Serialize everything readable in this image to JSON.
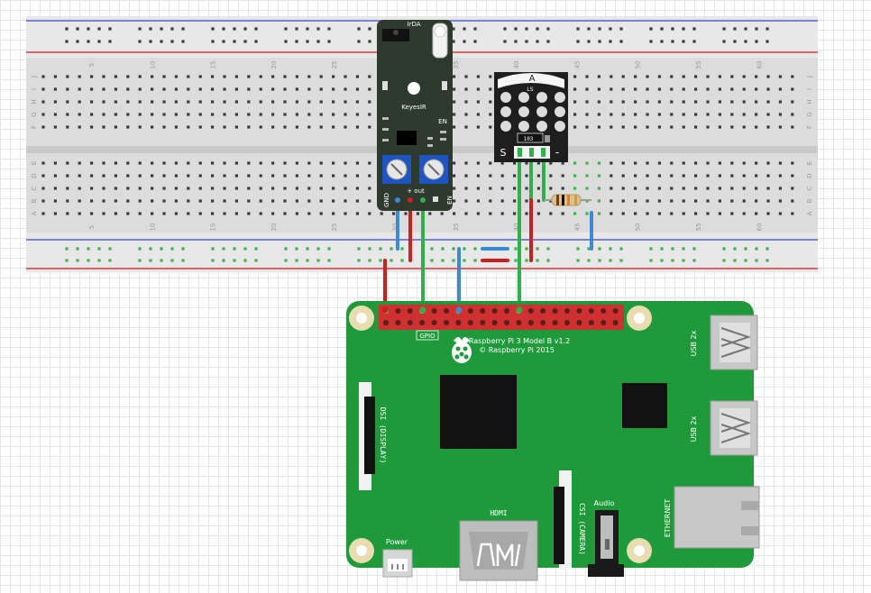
{
  "breadboard": {
    "column_numbers": [
      "5",
      "10",
      "15",
      "20",
      "25",
      "30",
      "35",
      "40",
      "45",
      "50",
      "55",
      "60"
    ],
    "row_letters_top": [
      "J",
      "I",
      "H",
      "G",
      "F"
    ],
    "row_letters_bottom": [
      "E",
      "D",
      "C",
      "B",
      "A"
    ]
  },
  "ir_receiver": {
    "header_label": "IrDA",
    "name": "KeyesIR",
    "en_top": "EN",
    "pin_gnd": "GND",
    "pin_plus_out": "+ out",
    "pin_en": "EN"
  },
  "ir_sensor_module": {
    "letter_a": "A",
    "letter_ls": "LS",
    "resistor_code": "103",
    "pin_s": "S",
    "pin_minus": "-"
  },
  "raspberry_pi": {
    "model": "Raspberry Pi 3 Model B v1.2",
    "copyright": "© Raspberry Pi 2015",
    "gpio_label": "GPIO",
    "dsi_label": "DSI (DISPLAY)",
    "csi_label": "CSI (CAMERA)",
    "hdmi_label": "HDMI",
    "audio_label": "Audio",
    "power_label": "Power",
    "usb_top": "USB 2x",
    "usb_bottom": "USB 2x",
    "ethernet": "ETHERNET"
  },
  "colors": {
    "board_green": "#1f9a3a",
    "wire_red": "#cc1f1f",
    "wire_blue": "#3a8ad6",
    "wire_green": "#2db24a",
    "rail_red": "#d83a3a",
    "rail_blue": "#5560d0"
  }
}
